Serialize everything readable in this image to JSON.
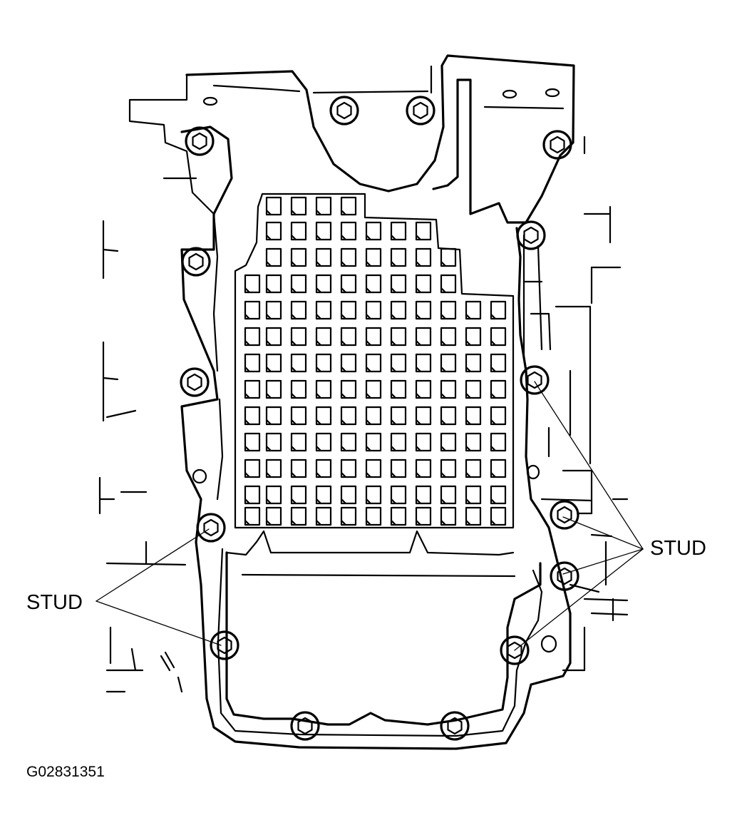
{
  "labels": {
    "stud_left": "STUD",
    "stud_right": "STUD",
    "figure_code": "G02831351"
  },
  "colors": {
    "ink": "#000000",
    "paper": "#ffffff"
  }
}
